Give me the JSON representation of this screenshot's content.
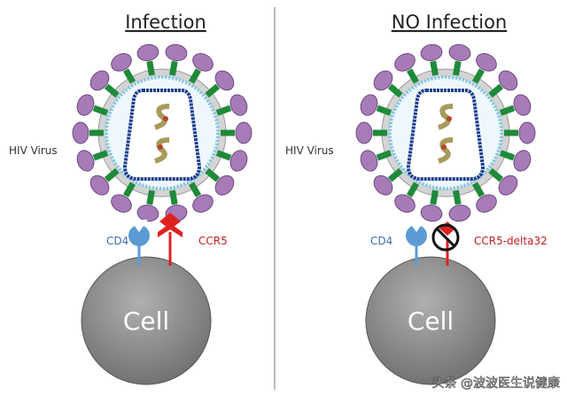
{
  "left_panel": {
    "title": "Infection",
    "virus_label": "HIV Virus",
    "cd4_label": "CD4",
    "coreceptor_label": "CCR5",
    "cell_label": "Cell"
  },
  "right_panel": {
    "title": "NO Infection",
    "virus_label": "HIV Virus",
    "cd4_label": "CD4",
    "coreceptor_label": "CCR5-delta32",
    "cell_label": "Cell"
  },
  "watermark": "头条 @波波医生说健康",
  "colors": {
    "cd4": "#5b9bd5",
    "ccr5": "#e02020",
    "spike": "#a77bb8",
    "stalk": "#1e8a3a",
    "capsid": "#1f3d8f",
    "cell": "#8c8c8c"
  }
}
